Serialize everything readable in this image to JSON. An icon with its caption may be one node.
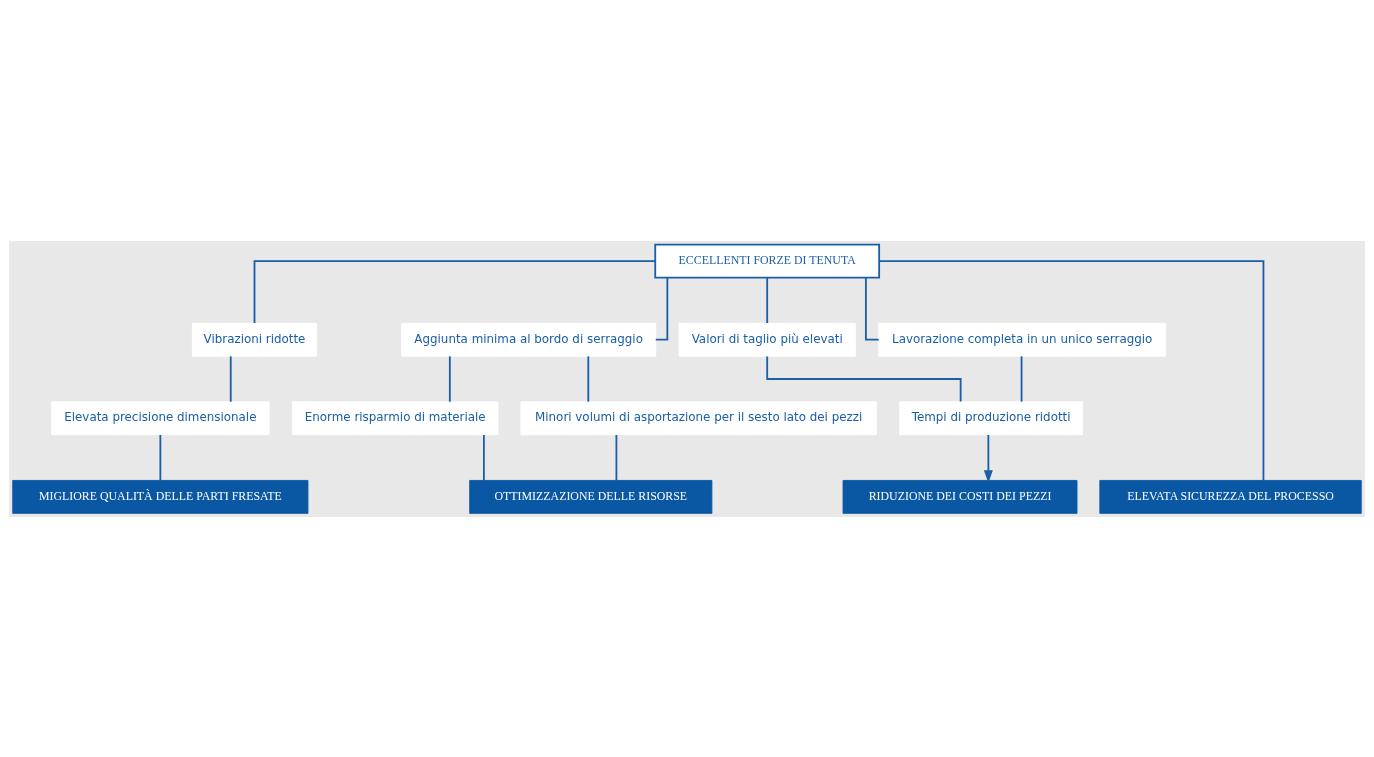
{
  "diagram": {
    "nodes": [
      {
        "text": [
          "ECCELLENTI FORZE DI TENUTA"
        ]
      },
      {
        "text": [
          "Vibrazioni ridotte"
        ]
      },
      {
        "text": [
          "Aggiunta minima al bordo di serraggio"
        ]
      },
      {
        "text": [
          "Valori di taglio più elevati"
        ]
      },
      {
        "text": [
          "Lavorazione completa in un unico serraggio"
        ]
      },
      {
        "text": [
          "Elevata precisione dimensionale"
        ]
      },
      {
        "text": [
          "Enorme risparmio di materiale"
        ]
      },
      {
        "text": [
          "Minori volumi di asportazione per il sesto lato dei pezzi"
        ]
      },
      {
        "text": [
          "Tempi di produzione ridotti"
        ]
      },
      {
        "text": [
          "MIGLIORE QUALITÀ DELLE PARTI FRESATE"
        ]
      },
      {
        "text": [
          "OTTIMIZZAZIONE DELLE RISORSE"
        ]
      },
      {
        "text": [
          "RIDUZIONE DEI COSTI DEI PEZZI"
        ]
      },
      {
        "text": [
          "ELEVATA SICUREZZA DEL PROCESSO"
        ]
      }
    ],
    "edges": [
      {
        "from": 0,
        "to": 1,
        "arrow": "none"
      },
      {
        "from": 0,
        "to": 2,
        "arrow": "none"
      },
      {
        "from": 0,
        "to": 3,
        "arrow": "none"
      },
      {
        "from": 0,
        "to": 4,
        "arrow": "none"
      },
      {
        "from": 0,
        "to": 12,
        "arrow": "none"
      },
      {
        "from": 1,
        "to": 5,
        "arrow": "none"
      },
      {
        "from": 2,
        "to": 6,
        "arrow": "none"
      },
      {
        "from": 2,
        "to": 7,
        "arrow": "none"
      },
      {
        "from": 3,
        "to": 8,
        "arrow": "none"
      },
      {
        "from": 4,
        "to": 8,
        "arrow": "none"
      },
      {
        "from": 5,
        "to": 9,
        "arrow": "none"
      },
      {
        "from": 6,
        "to": 10,
        "arrow": "none"
      },
      {
        "from": 7,
        "to": 10,
        "arrow": "none"
      },
      {
        "from": 8,
        "to": 11,
        "arrow": "to"
      }
    ]
  }
}
